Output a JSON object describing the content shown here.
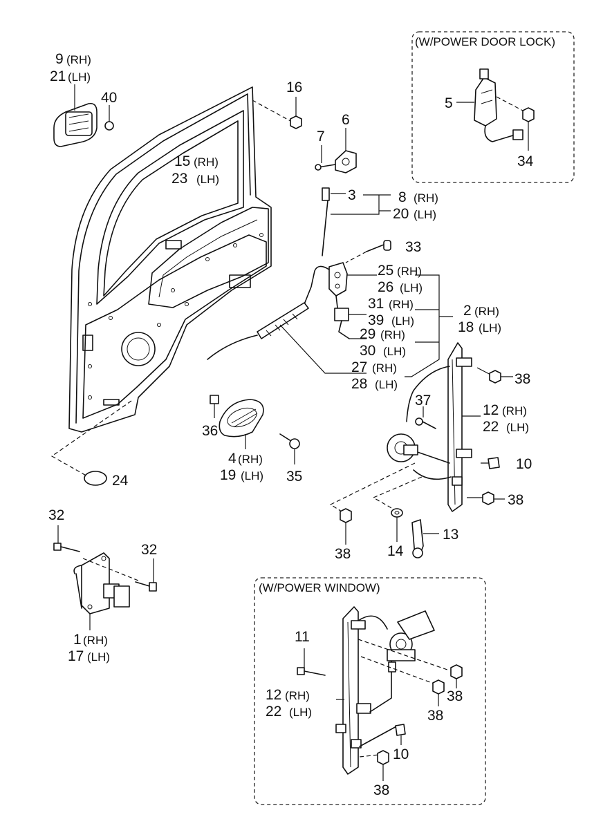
{
  "insets": {
    "power_door_lock": "(W/POWER DOOR LOCK)",
    "power_window": "(W/POWER WINDOW)"
  },
  "labels": {
    "p9": "9",
    "p21": "21",
    "p40": "40",
    "p16": "16",
    "p15": "15",
    "p23": "23",
    "p6": "6",
    "p7": "7",
    "p3": "3",
    "p8": "8",
    "p20": "20",
    "p33": "33",
    "p25": "25",
    "p26": "26",
    "p31": "31",
    "p39": "39",
    "p2": "2",
    "p18": "18",
    "p29": "29",
    "p30": "30",
    "p27": "27",
    "p28": "28",
    "p38a": "38",
    "p37": "37",
    "p12": "12",
    "p22": "22",
    "p10": "10",
    "p38b": "38",
    "p36": "36",
    "p4": "4",
    "p19": "19",
    "p35": "35",
    "p24": "24",
    "p38c": "38",
    "p14": "14",
    "p13": "13",
    "p32a": "32",
    "p32b": "32",
    "p1": "1",
    "p17": "17",
    "p5": "5",
    "p34": "34",
    "w11": "11",
    "w12": "12",
    "w22": "22",
    "w38a": "38",
    "w38b": "38",
    "w10": "10",
    "w38c": "38"
  },
  "side": {
    "rh": "(RH)",
    "lh": "(LH)"
  }
}
